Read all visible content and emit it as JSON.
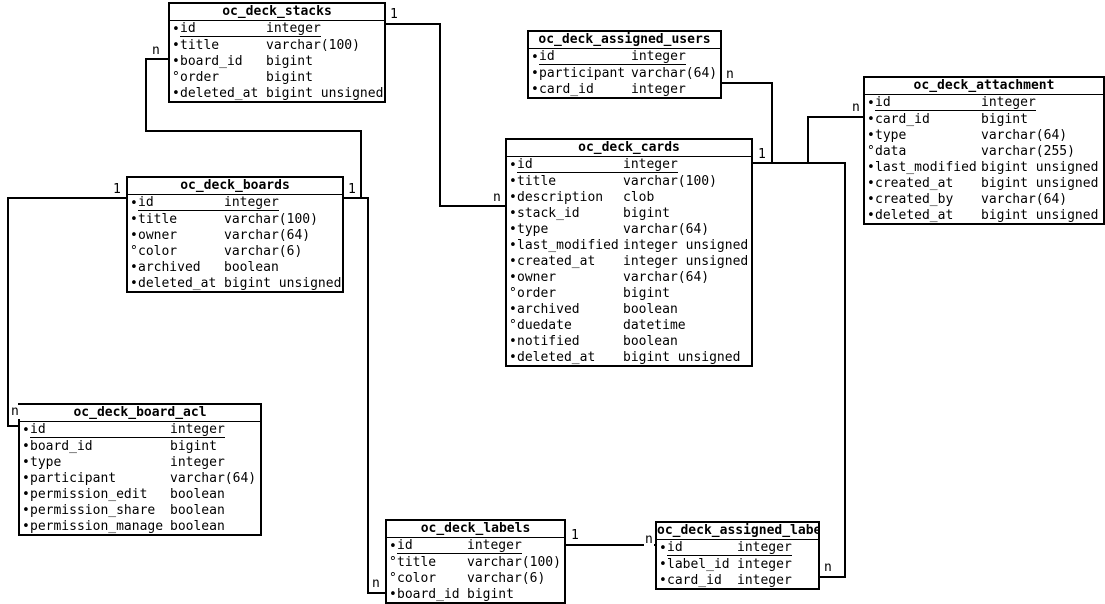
{
  "colors": {
    "background": "#ffffff",
    "foreground": "#000000"
  },
  "tables": [
    {
      "name": "oc_deck_stacks",
      "columns": [
        {
          "name": "id",
          "type": "integer",
          "pk": true,
          "nullable": false
        },
        {
          "name": "title",
          "type": "varchar(100)",
          "pk": false,
          "nullable": false
        },
        {
          "name": "board_id",
          "type": "bigint",
          "pk": false,
          "nullable": false
        },
        {
          "name": "order",
          "type": "bigint",
          "pk": false,
          "nullable": true
        },
        {
          "name": "deleted_at",
          "type": "bigint unsigned",
          "pk": false,
          "nullable": false
        }
      ]
    },
    {
      "name": "oc_deck_assigned_users",
      "columns": [
        {
          "name": "id",
          "type": "integer",
          "pk": true,
          "nullable": false
        },
        {
          "name": "participant",
          "type": "varchar(64)",
          "pk": false,
          "nullable": false
        },
        {
          "name": "card_id",
          "type": "integer",
          "pk": false,
          "nullable": false
        }
      ]
    },
    {
      "name": "oc_deck_attachment",
      "columns": [
        {
          "name": "id",
          "type": "integer",
          "pk": true,
          "nullable": false
        },
        {
          "name": "card_id",
          "type": "bigint",
          "pk": false,
          "nullable": false
        },
        {
          "name": "type",
          "type": "varchar(64)",
          "pk": false,
          "nullable": false
        },
        {
          "name": "data",
          "type": "varchar(255)",
          "pk": false,
          "nullable": true
        },
        {
          "name": "last_modified",
          "type": "bigint unsigned",
          "pk": false,
          "nullable": false
        },
        {
          "name": "created_at",
          "type": "bigint unsigned",
          "pk": false,
          "nullable": false
        },
        {
          "name": "created_by",
          "type": "varchar(64)",
          "pk": false,
          "nullable": false
        },
        {
          "name": "deleted_at",
          "type": "bigint unsigned",
          "pk": false,
          "nullable": false
        }
      ]
    },
    {
      "name": "oc_deck_boards",
      "columns": [
        {
          "name": "id",
          "type": "integer",
          "pk": true,
          "nullable": false
        },
        {
          "name": "title",
          "type": "varchar(100)",
          "pk": false,
          "nullable": false
        },
        {
          "name": "owner",
          "type": "varchar(64)",
          "pk": false,
          "nullable": false
        },
        {
          "name": "color",
          "type": "varchar(6)",
          "pk": false,
          "nullable": true
        },
        {
          "name": "archived",
          "type": "boolean",
          "pk": false,
          "nullable": false
        },
        {
          "name": "deleted_at",
          "type": "bigint unsigned",
          "pk": false,
          "nullable": false
        }
      ]
    },
    {
      "name": "oc_deck_cards",
      "columns": [
        {
          "name": "id",
          "type": "integer",
          "pk": true,
          "nullable": false
        },
        {
          "name": "title",
          "type": "varchar(100)",
          "pk": false,
          "nullable": false
        },
        {
          "name": "description",
          "type": "clob",
          "pk": false,
          "nullable": false
        },
        {
          "name": "stack_id",
          "type": "bigint",
          "pk": false,
          "nullable": false
        },
        {
          "name": "type",
          "type": "varchar(64)",
          "pk": false,
          "nullable": false
        },
        {
          "name": "last_modified",
          "type": "integer unsigned",
          "pk": false,
          "nullable": false
        },
        {
          "name": "created_at",
          "type": "integer unsigned",
          "pk": false,
          "nullable": false
        },
        {
          "name": "owner",
          "type": "varchar(64)",
          "pk": false,
          "nullable": false
        },
        {
          "name": "order",
          "type": "bigint",
          "pk": false,
          "nullable": true
        },
        {
          "name": "archived",
          "type": "boolean",
          "pk": false,
          "nullable": false
        },
        {
          "name": "duedate",
          "type": "datetime",
          "pk": false,
          "nullable": true
        },
        {
          "name": "notified",
          "type": "boolean",
          "pk": false,
          "nullable": false
        },
        {
          "name": "deleted_at",
          "type": "bigint unsigned",
          "pk": false,
          "nullable": false
        }
      ]
    },
    {
      "name": "oc_deck_board_acl",
      "columns": [
        {
          "name": "id",
          "type": "integer",
          "pk": true,
          "nullable": false
        },
        {
          "name": "board_id",
          "type": "bigint",
          "pk": false,
          "nullable": false
        },
        {
          "name": "type",
          "type": "integer",
          "pk": false,
          "nullable": false
        },
        {
          "name": "participant",
          "type": "varchar(64)",
          "pk": false,
          "nullable": false
        },
        {
          "name": "permission_edit",
          "type": "boolean",
          "pk": false,
          "nullable": false
        },
        {
          "name": "permission_share",
          "type": "boolean",
          "pk": false,
          "nullable": false
        },
        {
          "name": "permission_manage",
          "type": "boolean",
          "pk": false,
          "nullable": false
        }
      ]
    },
    {
      "name": "oc_deck_labels",
      "columns": [
        {
          "name": "id",
          "type": "integer",
          "pk": true,
          "nullable": false
        },
        {
          "name": "title",
          "type": "varchar(100)",
          "pk": false,
          "nullable": true
        },
        {
          "name": "color",
          "type": "varchar(6)",
          "pk": false,
          "nullable": true
        },
        {
          "name": "board_id",
          "type": "bigint",
          "pk": false,
          "nullable": false
        }
      ]
    },
    {
      "name": "oc_deck_assigned_labels",
      "columns": [
        {
          "name": "id",
          "type": "integer",
          "pk": true,
          "nullable": false
        },
        {
          "name": "label_id",
          "type": "integer",
          "pk": false,
          "nullable": false
        },
        {
          "name": "card_id",
          "type": "integer",
          "pk": false,
          "nullable": false
        }
      ]
    }
  ],
  "cardinalities": [
    {
      "id": "stacks-to-cards-one",
      "text": "1"
    },
    {
      "id": "stacks-from-boards-many",
      "text": "n"
    },
    {
      "id": "assigned-users-from-cards-many",
      "text": "n"
    },
    {
      "id": "attachment-from-cards-many",
      "text": "n"
    },
    {
      "id": "boards-to-stacks-and-labels-one",
      "text": "1"
    },
    {
      "id": "boards-to-acl-one",
      "text": "1"
    },
    {
      "id": "cards-from-stacks-many",
      "text": "n"
    },
    {
      "id": "cards-to-children-one",
      "text": "1"
    },
    {
      "id": "acl-from-boards-many",
      "text": "n"
    },
    {
      "id": "labels-from-boards-many",
      "text": "n"
    },
    {
      "id": "labels-to-assigned-one",
      "text": "1"
    },
    {
      "id": "assigned-labels-from-labels-many",
      "text": "n"
    },
    {
      "id": "assigned-labels-from-cards-many",
      "text": "n"
    }
  ]
}
